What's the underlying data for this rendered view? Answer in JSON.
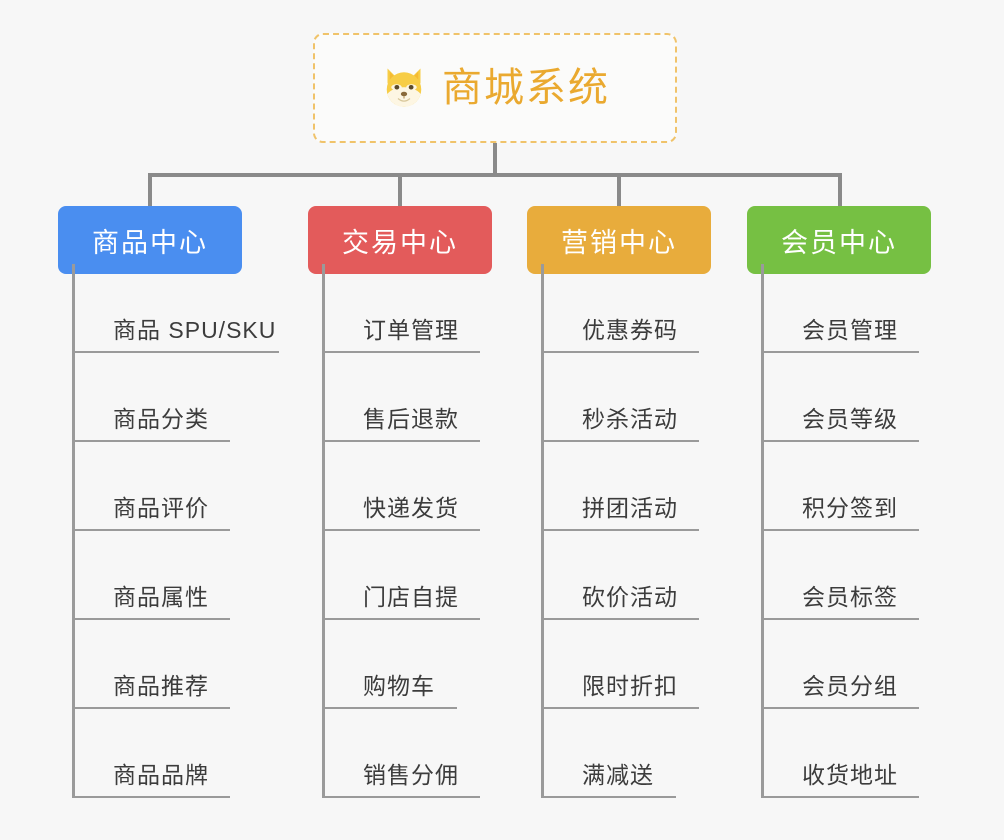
{
  "root": {
    "title": "商城系统",
    "icon": "dog-face-icon",
    "border_color": "#f0c36a",
    "text_color": "#eaa92f",
    "background": "#fbfbfa"
  },
  "canvas": {
    "background": "#f7f7f7",
    "connector_color": "#8a8a8a",
    "leaf_line_color": "#9a9a9a"
  },
  "columns": [
    {
      "header": "商品中心",
      "color": "#4a8ef0",
      "items": [
        "商品 SPU/SKU",
        "商品分类",
        "商品评价",
        "商品属性",
        "商品推荐",
        "商品品牌"
      ]
    },
    {
      "header": "交易中心",
      "color": "#e35b5b",
      "items": [
        "订单管理",
        "售后退款",
        "快递发货",
        "门店自提",
        "购物车",
        "销售分佣"
      ]
    },
    {
      "header": "营销中心",
      "color": "#e8ac3c",
      "items": [
        "优惠券码",
        "秒杀活动",
        "拼团活动",
        "砍价活动",
        "限时折扣",
        "满减送"
      ]
    },
    {
      "header": "会员中心",
      "color": "#76c043",
      "items": [
        "会员管理",
        "会员等级",
        "积分签到",
        "会员标签",
        "会员分组",
        "收货地址"
      ]
    }
  ]
}
